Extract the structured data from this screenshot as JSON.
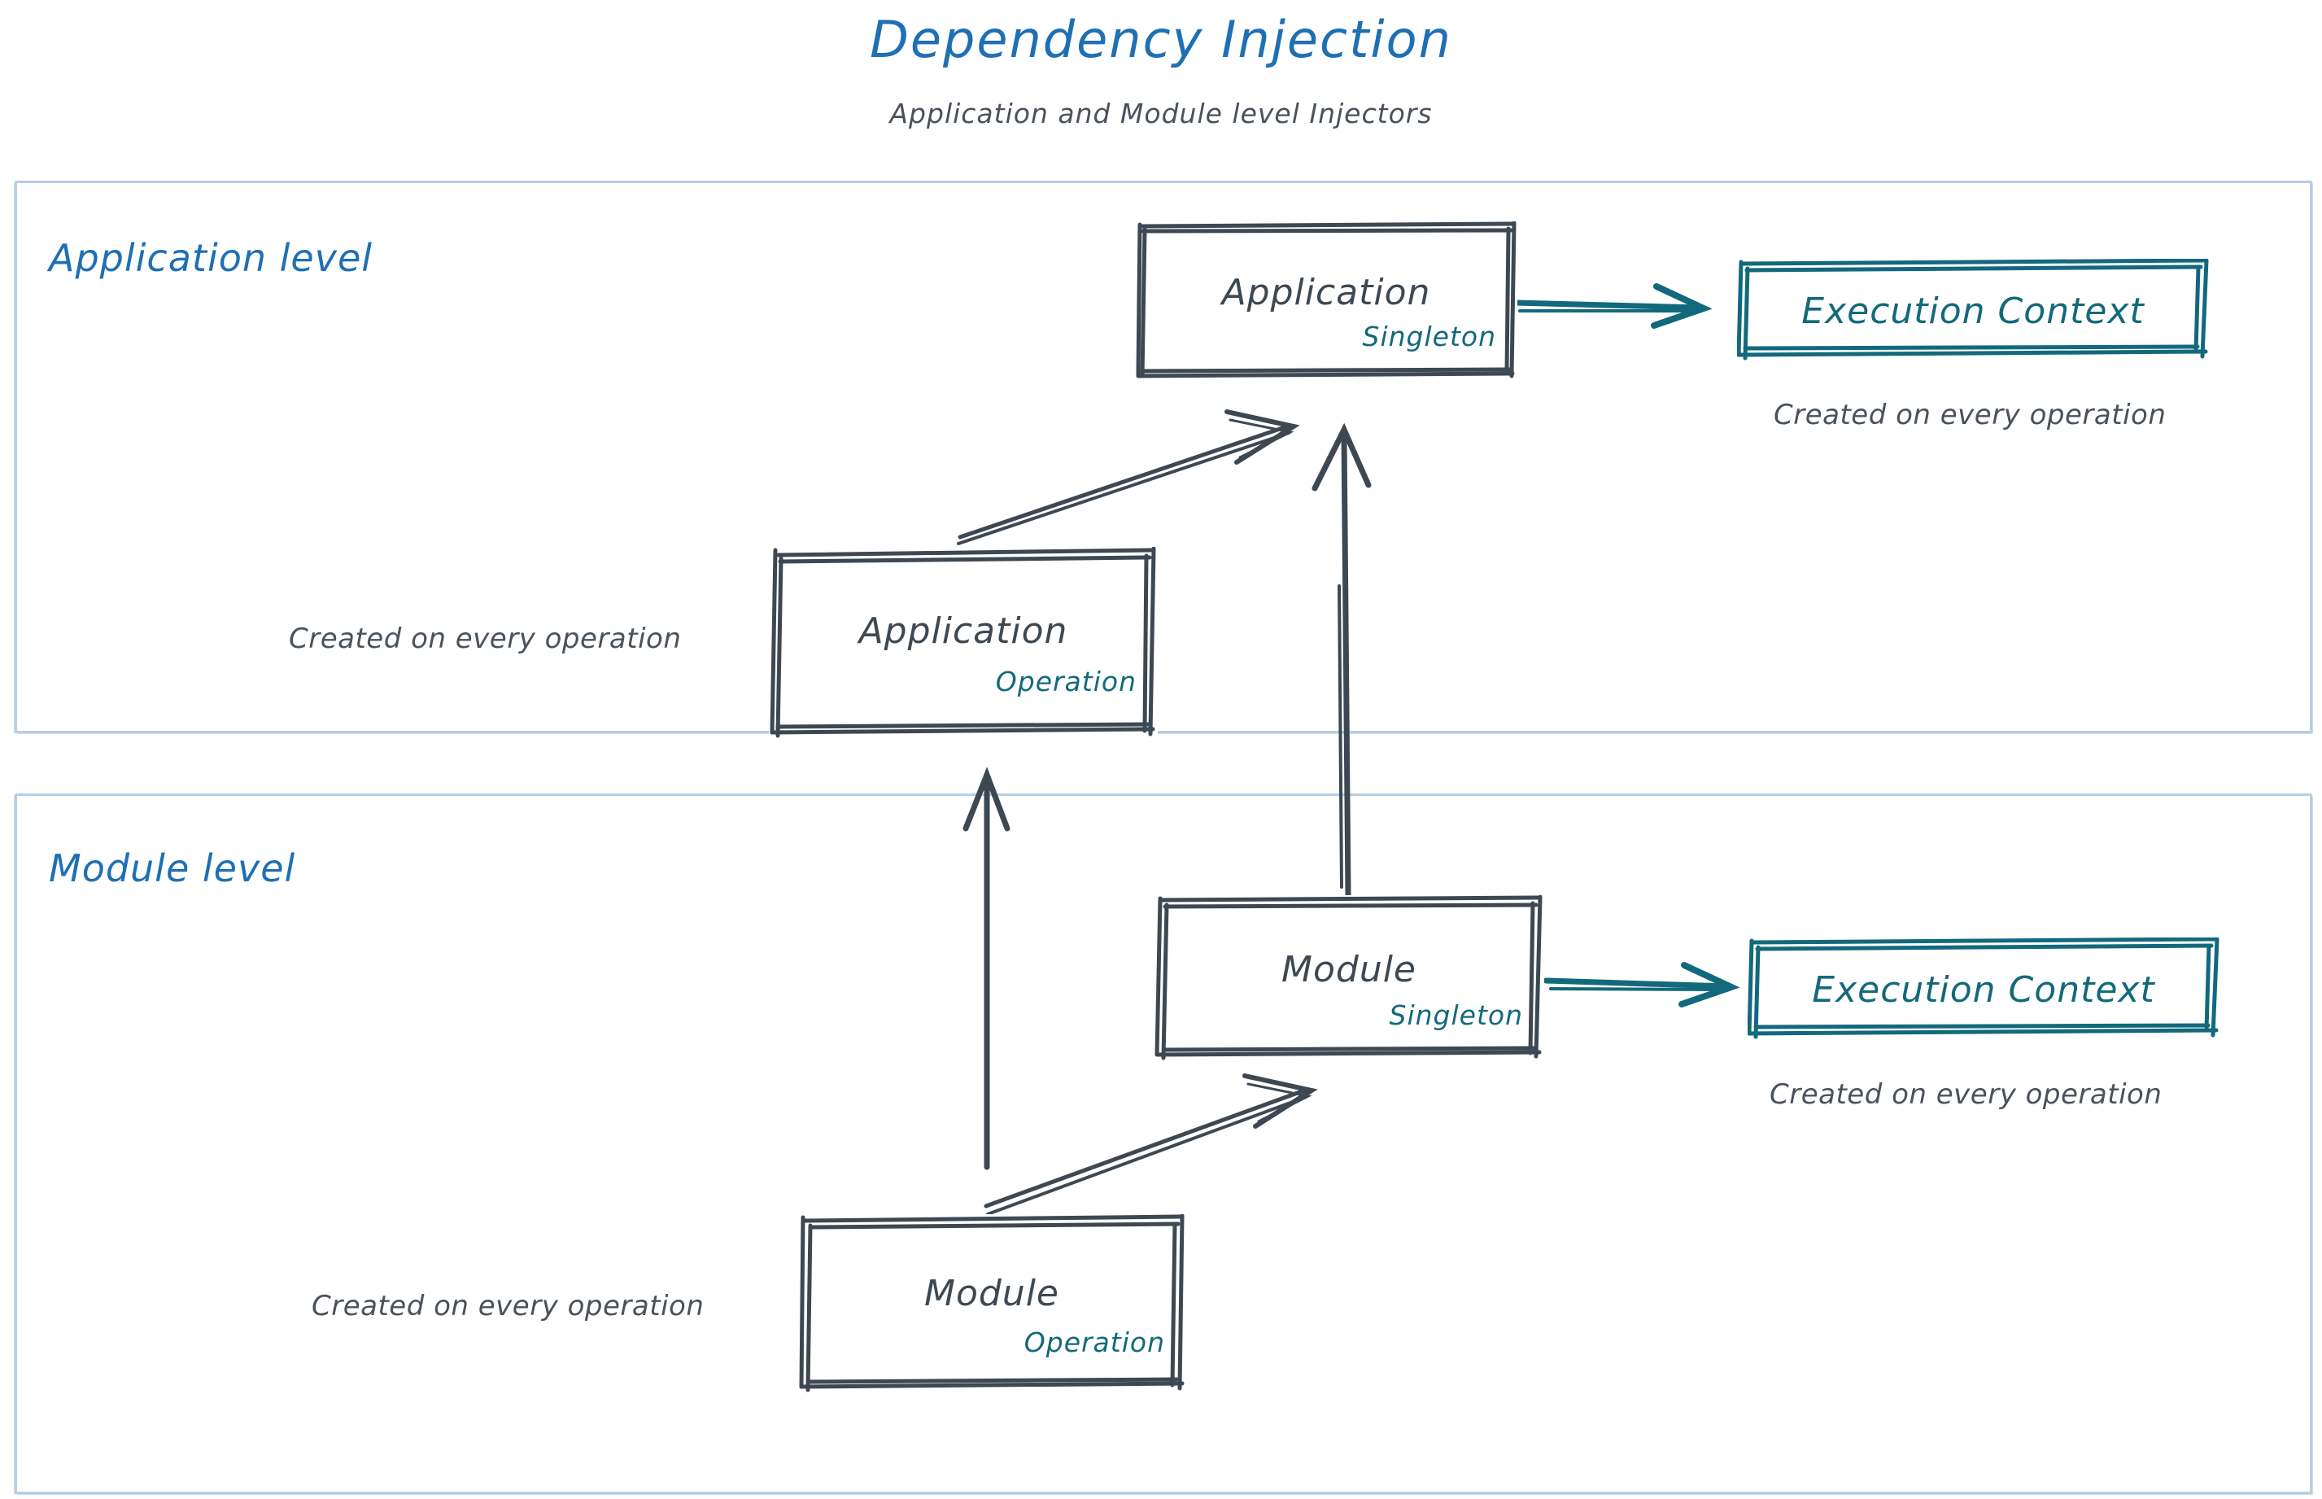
{
  "header": {
    "title": "Dependency Injection",
    "subtitle": "Application and Module level Injectors"
  },
  "colors": {
    "title_blue": "#1f6fb4",
    "level_label_blue": "#1f6fb4",
    "level_border": "#b9cde4",
    "node_stroke": "#3d4852",
    "node_text": "#3d4852",
    "scope_teal": "#13697c",
    "execution_context_teal": "#13697c",
    "caption_gray": "#4a525c",
    "background": "#ffffff"
  },
  "levels": [
    {
      "id": "application-level",
      "label": "Application level"
    },
    {
      "id": "module-level",
      "label": "Module level"
    }
  ],
  "nodes": {
    "application_singleton": {
      "title": "Application",
      "scope": "Singleton"
    },
    "application_operation": {
      "title": "Application",
      "scope": "Operation"
    },
    "module_singleton": {
      "title": "Module",
      "scope": "Singleton"
    },
    "module_operation": {
      "title": "Module",
      "scope": "Operation"
    }
  },
  "execution_contexts": {
    "application": {
      "label": "Execution Context",
      "caption": "Created on every operation"
    },
    "module": {
      "label": "Execution Context",
      "caption": "Created on every operation"
    }
  },
  "captions": {
    "application_operation": "Created on every operation",
    "module_operation": "Created on every operation"
  },
  "edges": [
    {
      "id": "app-op-to-app-singleton",
      "from": "application_operation",
      "to": "application_singleton",
      "style": "sketch-arrow",
      "color": "#3d4852"
    },
    {
      "id": "app-singleton-to-exec-ctx",
      "from": "application_singleton",
      "to": "execution_context_application",
      "style": "arrow",
      "color": "#13697c"
    },
    {
      "id": "module-singleton-to-app-singleton",
      "from": "module_singleton",
      "to": "application_singleton",
      "style": "arrow",
      "color": "#3d4852"
    },
    {
      "id": "module-op-to-module-singleton",
      "from": "module_operation",
      "to": "module_singleton",
      "style": "sketch-arrow",
      "color": "#3d4852"
    },
    {
      "id": "module-singleton-to-exec-ctx",
      "from": "module_singleton",
      "to": "execution_context_module",
      "style": "arrow",
      "color": "#13697c"
    },
    {
      "id": "module-op-to-app-op",
      "from": "module_operation",
      "to": "application_operation",
      "style": "arrow",
      "color": "#3d4852"
    }
  ]
}
